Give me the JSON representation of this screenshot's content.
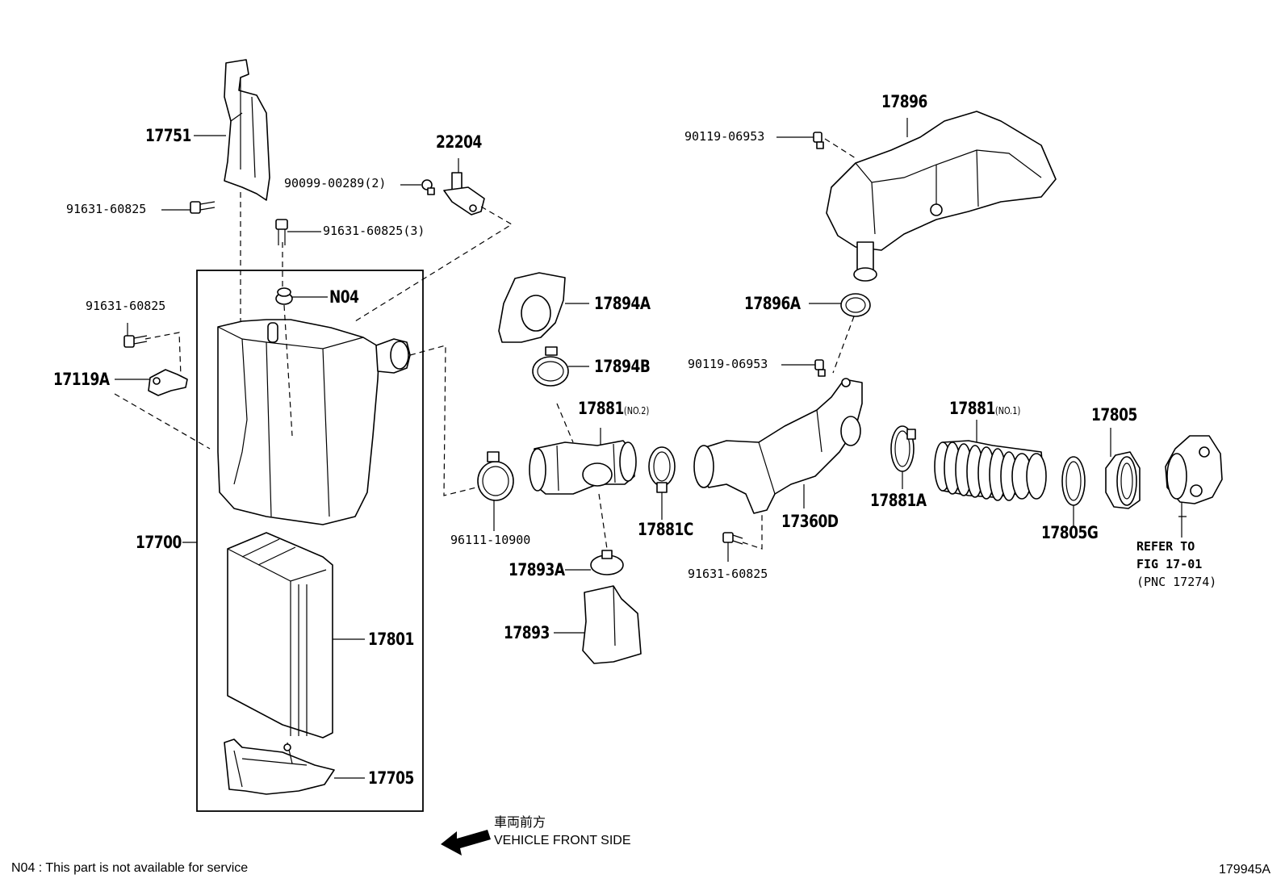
{
  "labels": {
    "p17751": "17751",
    "p22204": "22204",
    "p90099": "90099-00289(2)",
    "p91631a": "91631-60825",
    "p91631b": "91631-60825(3)",
    "pN04": "N04",
    "p91631c": "91631-60825",
    "p17119A": "17119A",
    "p17700": "17700",
    "p17801": "17801",
    "p17705": "17705",
    "p17894A": "17894A",
    "p17894B": "17894B",
    "p17881no2": "17881",
    "p17881no2sub": "(NO.2)",
    "p96111": "96111-10900",
    "p17893A": "17893A",
    "p17893": "17893",
    "p17881C": "17881C",
    "p91631d": "91631-60825",
    "p17360D": "17360D",
    "p17896": "17896",
    "p90119a": "90119-06953",
    "p17896A": "17896A",
    "p90119b": "90119-06953",
    "p17881no1": "17881",
    "p17881no1sub": "(NO.1)",
    "p17881A": "17881A",
    "p17805": "17805",
    "p17805G": "17805G",
    "ref1": "REFER TO",
    "ref2": "FIG 17-01",
    "ref3": "(PNC 17274)"
  },
  "front": {
    "jp": "車両前方",
    "en": "VEHICLE FRONT SIDE"
  },
  "footnote": "N04 : This part is not available for service",
  "figure_id": "179945A"
}
